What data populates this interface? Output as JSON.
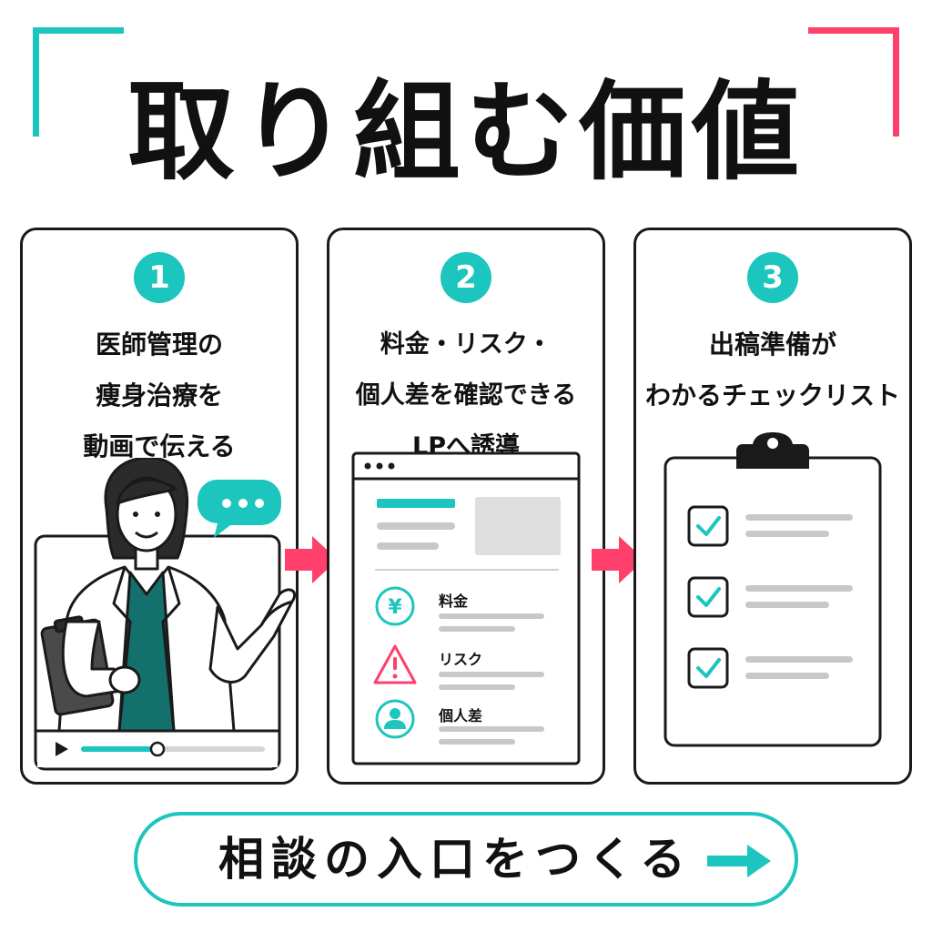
{
  "title": "取り組む価値",
  "steps": [
    {
      "number": "1",
      "lines": [
        "医師管理の",
        "痩身治療を",
        "動画で伝える"
      ]
    },
    {
      "number": "2",
      "lines": [
        "料金・リスク・",
        "個人差を確認できる",
        "LPへ誘導"
      ],
      "features": [
        {
          "icon": "yen-icon",
          "label": "料金"
        },
        {
          "icon": "warning-icon",
          "label": "リスク"
        },
        {
          "icon": "person-icon",
          "label": "個人差"
        }
      ]
    },
    {
      "number": "3",
      "lines": [
        "出稿準備が",
        "わかるチェックリスト"
      ]
    }
  ],
  "cta": {
    "label": "相談の入口をつくる"
  },
  "colors": {
    "accent": "#1cc5bd",
    "highlight": "#ff3f6c",
    "ink": "#1a1a1a"
  }
}
